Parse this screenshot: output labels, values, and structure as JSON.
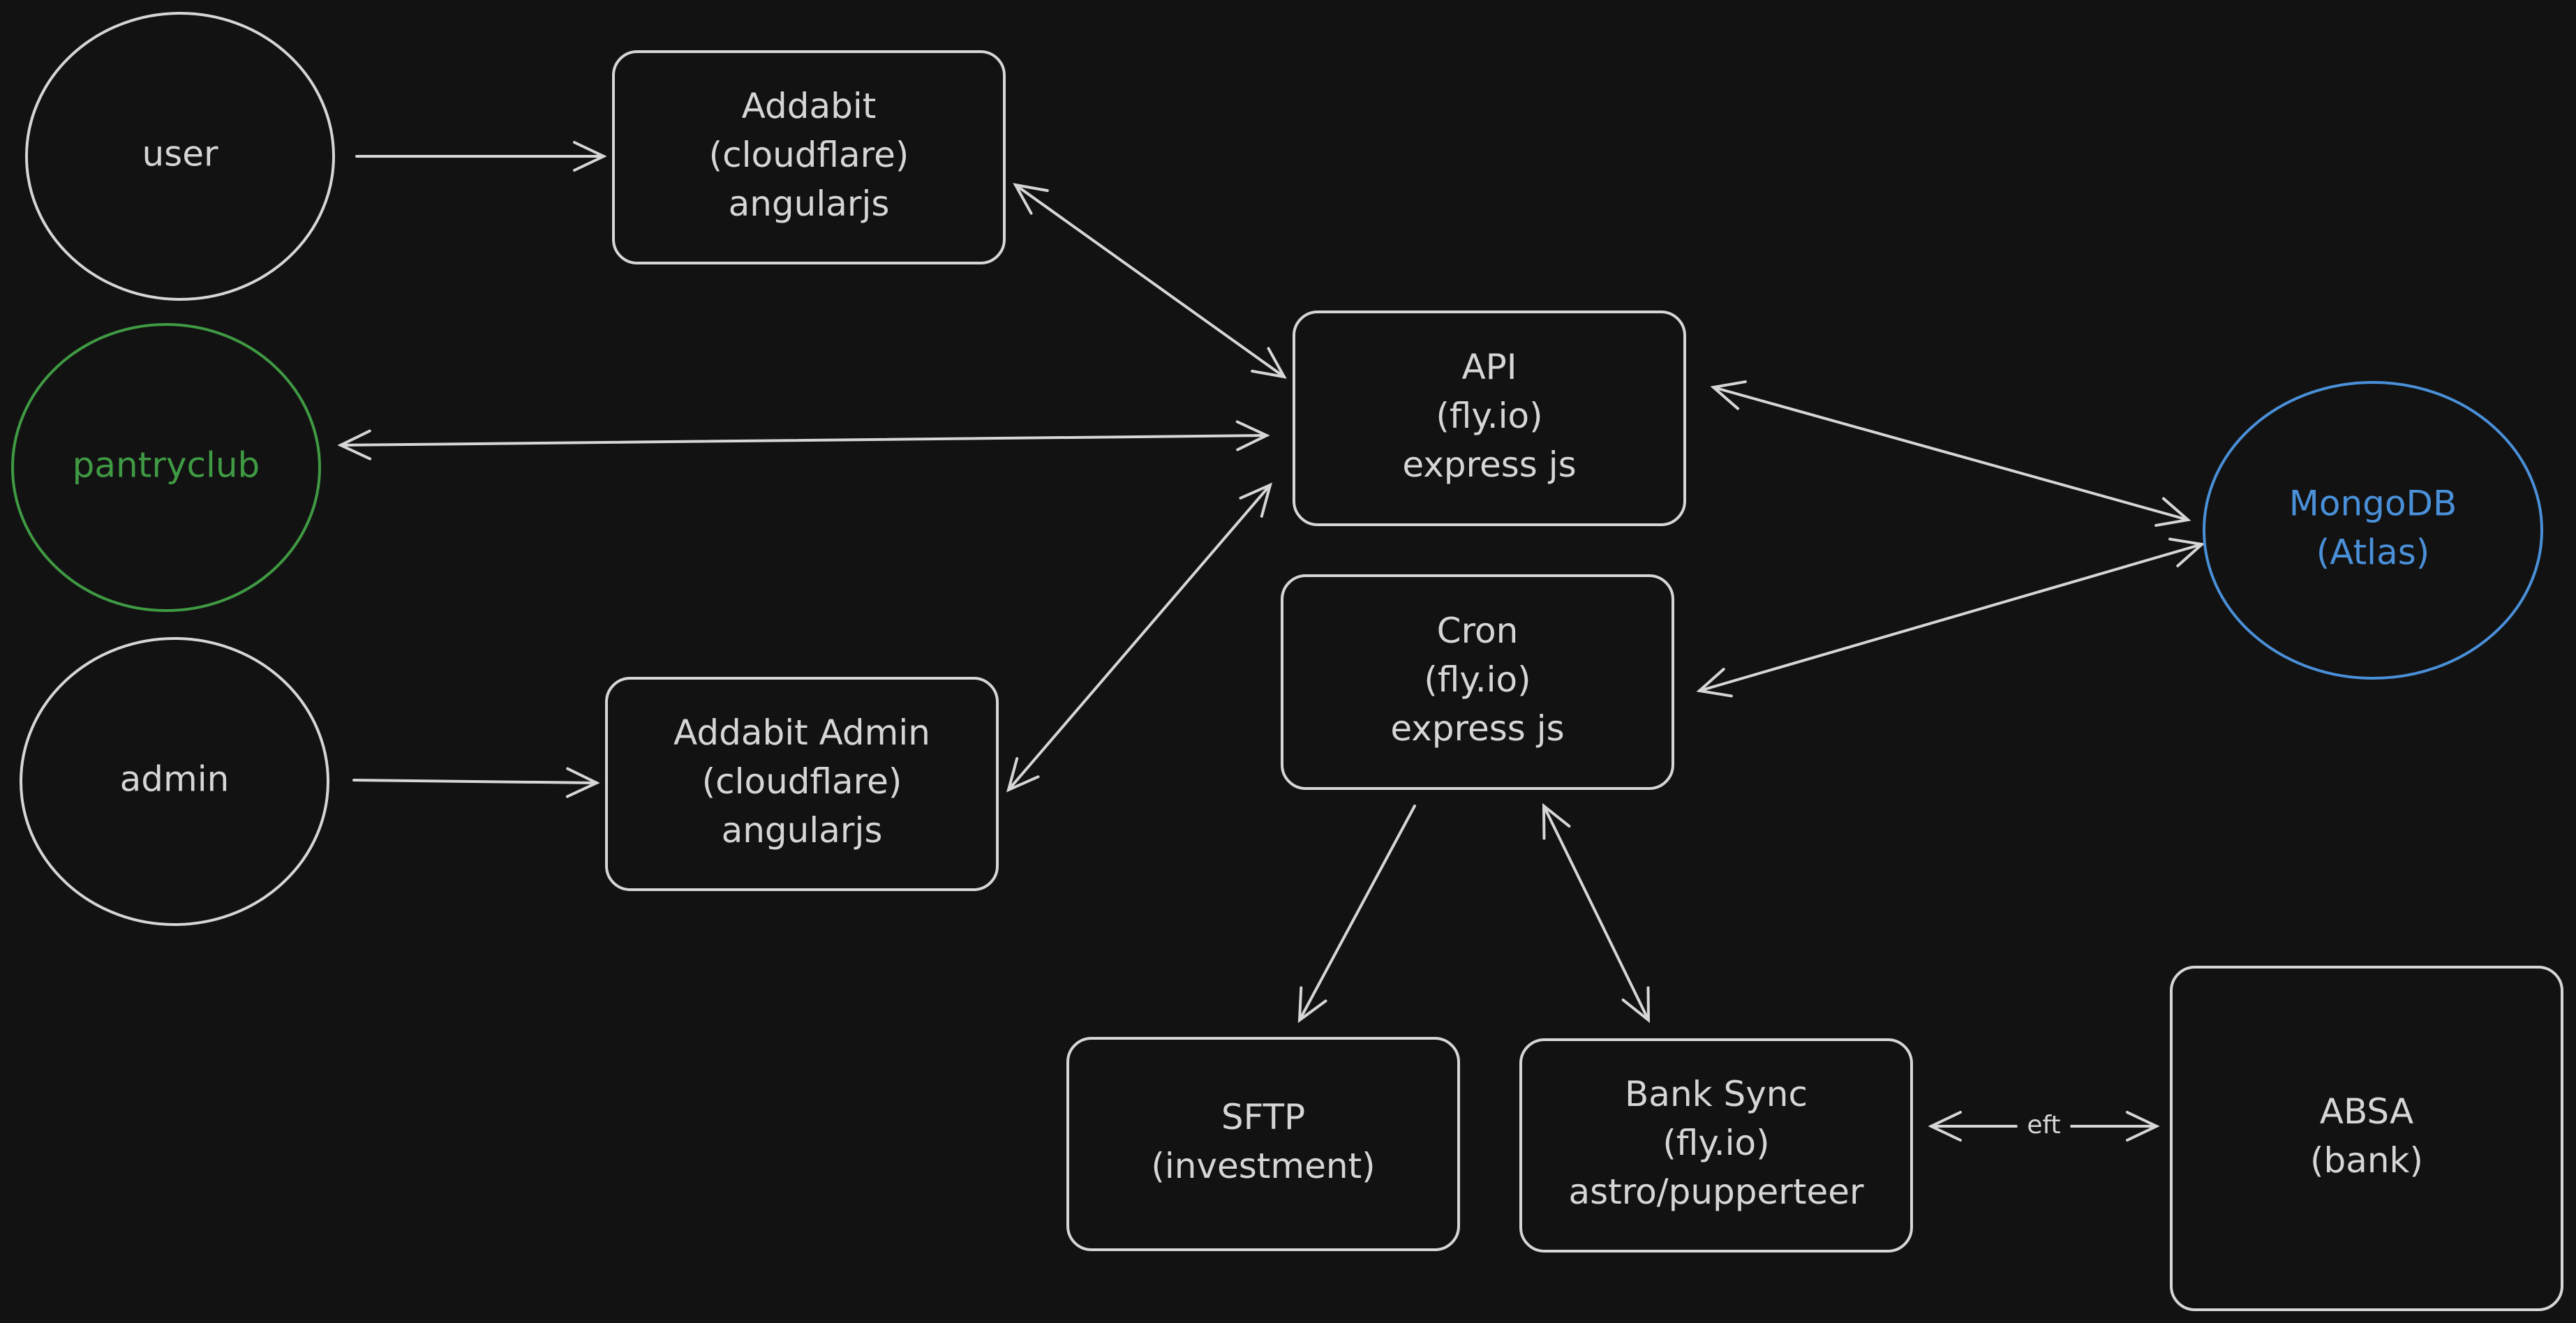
{
  "colors": {
    "background": "#121212",
    "default": "#d6d6d6",
    "green": "#3f9a43",
    "blue": "#4a90d9"
  },
  "nodes": {
    "user": {
      "shape": "ellipse",
      "color": "default",
      "lines": [
        "user"
      ]
    },
    "pantryclub": {
      "shape": "ellipse",
      "color": "green",
      "lines": [
        "pantryclub"
      ]
    },
    "admin": {
      "shape": "ellipse",
      "color": "default",
      "lines": [
        "admin"
      ]
    },
    "addabit": {
      "shape": "rect",
      "color": "default",
      "lines": [
        "Addabit",
        "(cloudflare)",
        "angularjs"
      ]
    },
    "addabit_admin": {
      "shape": "rect",
      "color": "default",
      "lines": [
        "Addabit Admin",
        "(cloudflare)",
        "angularjs"
      ]
    },
    "api": {
      "shape": "rect",
      "color": "default",
      "lines": [
        "API",
        "(fly.io)",
        "express js"
      ]
    },
    "cron": {
      "shape": "rect",
      "color": "default",
      "lines": [
        "Cron",
        "(fly.io)",
        "express js"
      ]
    },
    "mongodb": {
      "shape": "ellipse",
      "color": "blue",
      "lines": [
        "MongoDB",
        "(Atlas)"
      ]
    },
    "sftp": {
      "shape": "rect",
      "color": "default",
      "lines": [
        "SFTP",
        "(investment)"
      ]
    },
    "bank_sync": {
      "shape": "rect",
      "color": "default",
      "lines": [
        "Bank Sync",
        "(fly.io)",
        "astro/pupperteer"
      ]
    },
    "absa": {
      "shape": "rect",
      "color": "default",
      "lines": [
        "ABSA",
        "(bank)"
      ]
    }
  },
  "edges": [
    {
      "from": "user",
      "to": "addabit",
      "direction": "forward"
    },
    {
      "from": "admin",
      "to": "addabit_admin",
      "direction": "forward"
    },
    {
      "from": "addabit",
      "to": "api",
      "direction": "both"
    },
    {
      "from": "pantryclub",
      "to": "api",
      "direction": "both"
    },
    {
      "from": "addabit_admin",
      "to": "api",
      "direction": "both"
    },
    {
      "from": "api",
      "to": "mongodb",
      "direction": "both"
    },
    {
      "from": "cron",
      "to": "mongodb",
      "direction": "both"
    },
    {
      "from": "cron",
      "to": "sftp",
      "direction": "forward"
    },
    {
      "from": "cron",
      "to": "bank_sync",
      "direction": "both"
    },
    {
      "from": "bank_sync",
      "to": "absa",
      "direction": "both",
      "label": "eft"
    }
  ]
}
